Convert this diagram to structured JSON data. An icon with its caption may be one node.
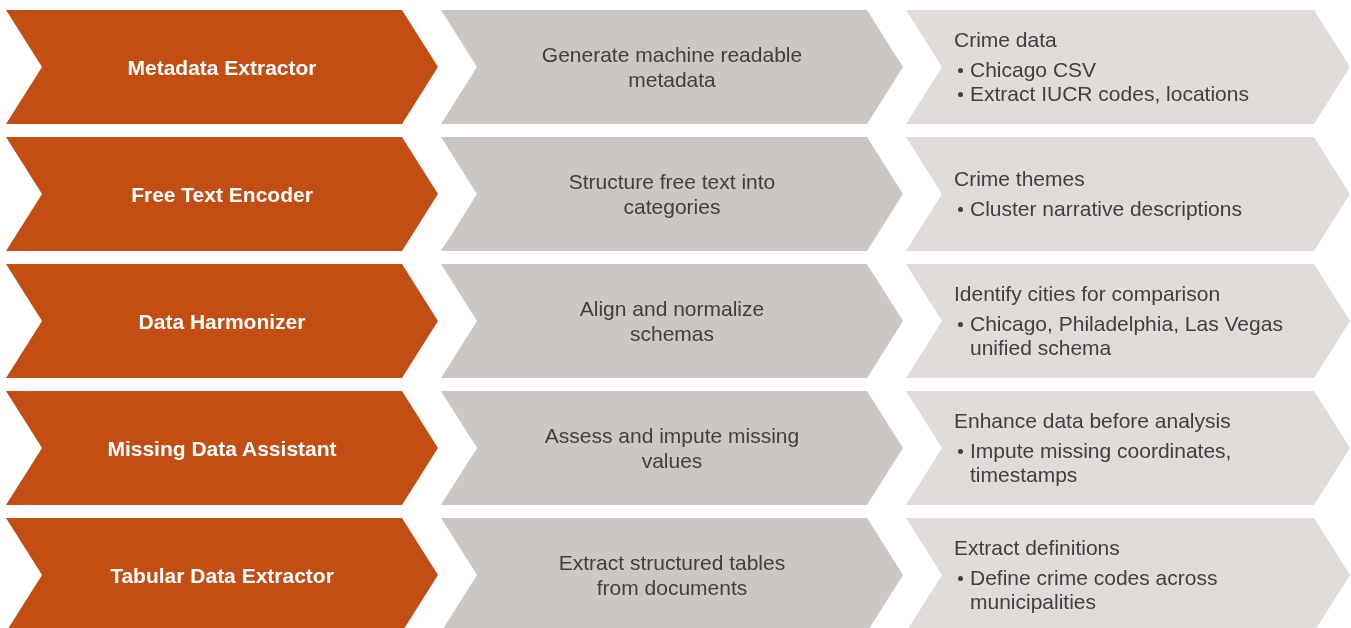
{
  "diagram": {
    "nodes": [
      {
        "text": [
          "Metadata Extractor"
        ]
      },
      {
        "text": [
          "Generate machine readable metadata"
        ]
      },
      {
        "text": [
          "Crime data",
          "Chicago CSV",
          "Extract IUCR codes, locations"
        ]
      },
      {
        "text": [
          "Free Text Encoder"
        ]
      },
      {
        "text": [
          "Structure free text into categories"
        ]
      },
      {
        "text": [
          "Crime themes",
          "Cluster narrative descriptions"
        ]
      },
      {
        "text": [
          "Data Harmonizer"
        ]
      },
      {
        "text": [
          "Align and normalize schemas"
        ]
      },
      {
        "text": [
          "Identify cities for comparison",
          "Chicago, Philadelphia, Las Vegas unified schema"
        ]
      },
      {
        "text": [
          "Missing Data Assistant"
        ]
      },
      {
        "text": [
          "Assess and impute missing values"
        ]
      },
      {
        "text": [
          "Enhance data before analysis",
          "Impute missing coordinates, timestamps"
        ]
      },
      {
        "text": [
          "Tabular Data Extractor"
        ]
      },
      {
        "text": [
          "Extract structured tables from documents"
        ]
      },
      {
        "text": [
          "Extract definitions",
          "Define crime codes across municipalities"
        ]
      }
    ]
  }
}
